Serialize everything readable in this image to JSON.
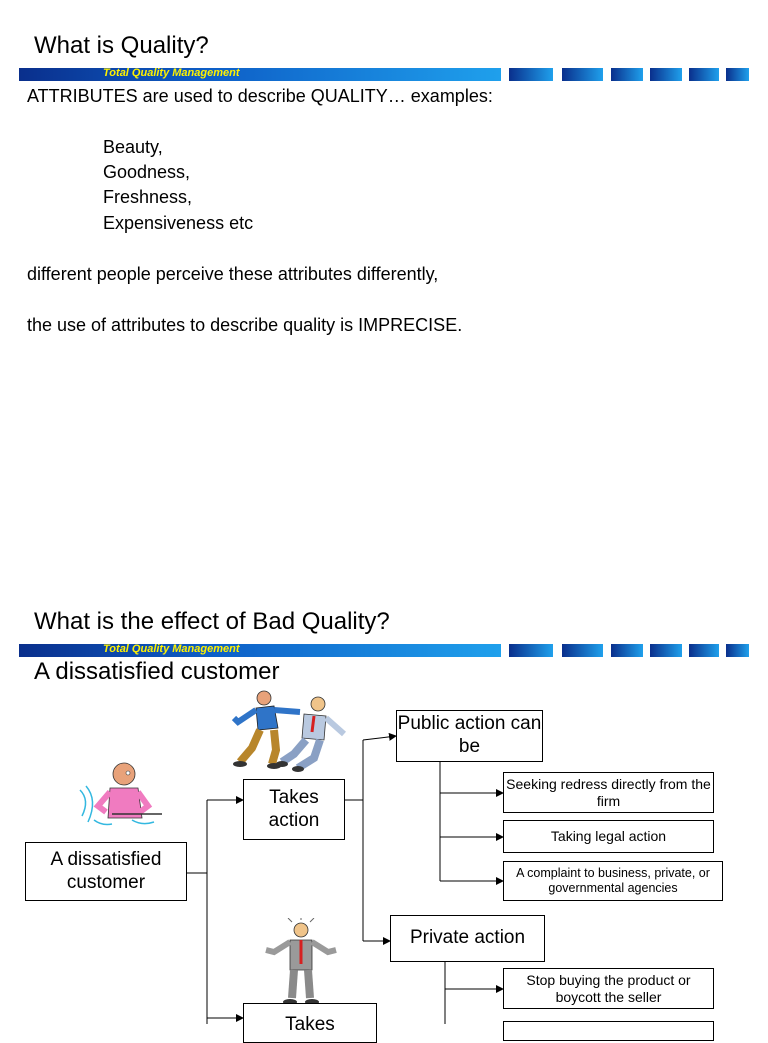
{
  "slide1": {
    "title": "What is Quality?",
    "banner_label": "Total Quality Management",
    "intro": "ATTRIBUTES are used to describe QUALITY… examples:",
    "examples": [
      "Beauty,",
      "Goodness,",
      "Freshness,",
      "Expensiveness etc"
    ],
    "para1": "different people perceive these attributes differently,",
    "para2": "the use  of attributes to describe quality  is IMPRECISE."
  },
  "slide2": {
    "title": "What is the effect of Bad Quality?",
    "banner_label": "Total Quality Management",
    "subtitle": "A dissatisfied customer",
    "diagram": {
      "dissatisfied_box": "A dissatisfied customer",
      "takes_action_box": "Takes action",
      "takes_bottom_box": "Takes",
      "public_action_box": "Public action can be",
      "private_action_box": "Private action",
      "public_items": [
        "Seeking redress directly from the firm",
        "Taking legal  action",
        "A complaint to business, private, or governmental agencies"
      ],
      "private_items": [
        "Stop buying the product or boycott the seller"
      ]
    }
  },
  "colors": {
    "banner_dark": "#0a2f8c",
    "banner_light": "#1fa0ec",
    "banner_text": "#fff200"
  }
}
